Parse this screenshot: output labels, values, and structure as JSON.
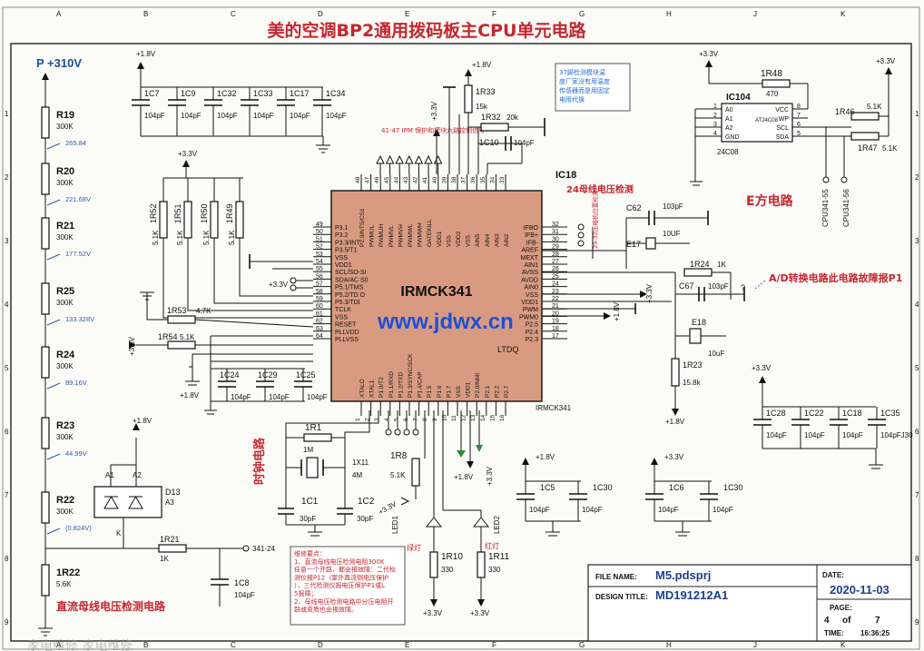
{
  "title": "美的空调BP2通用拨码板主CPU单元电路",
  "grid": {
    "cols": [
      "A",
      "B",
      "C",
      "D",
      "E",
      "F",
      "G",
      "H",
      "J",
      "K"
    ],
    "rows": [
      "1",
      "2",
      "3",
      "4",
      "5",
      "6",
      "7",
      "8",
      "9"
    ]
  },
  "hv_rail": {
    "label": "P +310V",
    "resistors": [
      {
        "ref": "R19",
        "val": "300K",
        "node": "265.84"
      },
      {
        "ref": "R20",
        "val": "300K",
        "node": "221.68V"
      },
      {
        "ref": "R21",
        "val": "300K",
        "node": "177.52V"
      },
      {
        "ref": "R25",
        "val": "300K",
        "node": "133.328V"
      },
      {
        "ref": "R24",
        "val": "300K",
        "node": "89.16V"
      },
      {
        "ref": "R23",
        "val": "300K",
        "node": "44.99V"
      },
      {
        "ref": "R22",
        "val": "300K",
        "node": "(0.824V)"
      },
      {
        "ref": "1R22",
        "val": "5.6K",
        "node": ""
      }
    ],
    "section_label": "直流母线电压检测电路"
  },
  "d13": {
    "ref": "D13",
    "val": "A3",
    "pins": [
      "A1",
      "A2",
      "K"
    ]
  },
  "r1r21": {
    "ref": "1R21",
    "val": "1K",
    "net": "341-24"
  },
  "c1c8": {
    "ref": "1C8",
    "val": "104pF"
  },
  "decoupling_top": {
    "rail": "+1.8V",
    "caps": [
      {
        "ref": "1C7",
        "val": "104pF"
      },
      {
        "ref": "1C9",
        "val": "104pF"
      },
      {
        "ref": "1C32",
        "val": "104pF"
      },
      {
        "ref": "1C33",
        "val": "104pF"
      },
      {
        "ref": "1C17",
        "val": "104pF"
      },
      {
        "ref": "1C34",
        "val": "104pF"
      }
    ]
  },
  "pullups": {
    "rail": "+3.3V",
    "res": [
      {
        "ref": "1R52",
        "val": "5.1K"
      },
      {
        "ref": "1R51",
        "val": "5.1K"
      },
      {
        "ref": "1R50",
        "val": "5.1K"
      },
      {
        "ref": "1R49",
        "val": "5.1K"
      }
    ]
  },
  "r53": {
    "ref": "1R53",
    "val": "4.7K"
  },
  "r54": {
    "ref": "1R54",
    "val": "5.1K"
  },
  "rail_33": "+3.3V",
  "rail_18": "+1.8V",
  "cpu_caps": [
    {
      "ref": "1C24",
      "val": "104pF"
    },
    {
      "ref": "1C29",
      "val": "104pF"
    },
    {
      "ref": "1C25",
      "val": "104pF"
    }
  ],
  "mcu": {
    "ref": "IRMCK341",
    "ic": "IC18",
    "part": "IRMCK341",
    "sub": "LTDQ",
    "left_pins": [
      {
        "n": "49",
        "name": "P3.1"
      },
      {
        "n": "50",
        "name": "P3.2"
      },
      {
        "n": "51",
        "name": "P3.3/INT"
      },
      {
        "n": "52",
        "name": "P3.5/T1"
      },
      {
        "n": "53",
        "name": "VSS"
      },
      {
        "n": "54",
        "name": "VDD1"
      },
      {
        "n": "55",
        "name": "SCL/SO-SI"
      },
      {
        "n": "56",
        "name": "SDA/AC S0"
      },
      {
        "n": "57",
        "name": "P5.1/TMS"
      },
      {
        "n": "58",
        "name": "P5.2/TD O"
      },
      {
        "n": "59",
        "name": "P5.3/TDI"
      },
      {
        "n": "60",
        "name": "TCLK"
      },
      {
        "n": "61",
        "name": "VSS"
      },
      {
        "n": "62",
        "name": "RESET"
      },
      {
        "n": "63",
        "name": "PLLVDD"
      },
      {
        "n": "64",
        "name": "PLLVSS"
      }
    ],
    "right_pins": [
      {
        "n": "32",
        "name": "IFBO"
      },
      {
        "n": "31",
        "name": "IFB+"
      },
      {
        "n": "30",
        "name": "IFB-"
      },
      {
        "n": "29",
        "name": "AREF"
      },
      {
        "n": "28",
        "name": "MEXT"
      },
      {
        "n": "27",
        "name": "AIN1"
      },
      {
        "n": "26",
        "name": "AVSS"
      },
      {
        "n": "25",
        "name": "AVDD"
      },
      {
        "n": "24",
        "name": "AIN0"
      },
      {
        "n": "23",
        "name": "VSS"
      },
      {
        "n": "22",
        "name": "VDD1"
      },
      {
        "n": "21",
        "name": "PWM"
      },
      {
        "n": "20",
        "name": "PWM0"
      },
      {
        "n": "19",
        "name": "P2.5"
      },
      {
        "n": "18",
        "name": "P2.4"
      },
      {
        "n": "17",
        "name": "P2.3"
      }
    ],
    "top_pins": [
      {
        "n": "48",
        "name": "P2.0/NTS/CS1"
      },
      {
        "n": "47",
        "name": "PWMUL"
      },
      {
        "n": "46",
        "name": "PWMUH"
      },
      {
        "n": "45",
        "name": "PWMVL"
      },
      {
        "n": "44",
        "name": "PWMVH"
      },
      {
        "n": "43",
        "name": "PWMWL"
      },
      {
        "n": "42",
        "name": "PWMWH"
      },
      {
        "n": "41",
        "name": "GATEKILL"
      },
      {
        "n": "40",
        "name": "VDD1"
      },
      {
        "n": "39",
        "name": "VSS"
      },
      {
        "n": "38",
        "name": "VDD2"
      },
      {
        "n": "37",
        "name": "VSS"
      },
      {
        "n": "36",
        "name": "AIN5"
      },
      {
        "n": "35",
        "name": "AIN4"
      },
      {
        "n": "34",
        "name": "AIN3"
      },
      {
        "n": "33",
        "name": "AIN2"
      }
    ],
    "bottom_pins": [
      {
        "n": "1",
        "name": "XTALO"
      },
      {
        "n": "2",
        "name": "XTAL1"
      },
      {
        "n": "3",
        "name": "P1.0/T2"
      },
      {
        "n": "4",
        "name": "P1.1/RXD"
      },
      {
        "n": "5",
        "name": "P1.2/TXD"
      },
      {
        "n": "6",
        "name": "P1.3/SYNC/SCK"
      },
      {
        "n": "7",
        "name": "P1.4/CAP"
      },
      {
        "n": "8",
        "name": "P1.5"
      },
      {
        "n": "9",
        "name": "P1.6"
      },
      {
        "n": "10",
        "name": "P1.7"
      },
      {
        "n": "11",
        "name": "VSS"
      },
      {
        "n": "12",
        "name": "VDD1"
      },
      {
        "n": "13",
        "name": "P2.0/NMI"
      },
      {
        "n": "14",
        "name": "P2.1"
      },
      {
        "n": "15",
        "name": "P2.2"
      },
      {
        "n": "16",
        "name": "P2.7"
      }
    ]
  },
  "ipm_note": "41-47 IPM 保护和模块六路控制信号",
  "temp_note": "37脚检测模块温度厂家没有用温度传感器而是用固定电阻代换",
  "r33": {
    "ref": "1R33",
    "val": "15k"
  },
  "r32": {
    "ref": "1R32",
    "val": "20k"
  },
  "c10": {
    "ref": "1C10",
    "val": "104pF"
  },
  "bus24_label": "24母线电压检测",
  "c62": {
    "ref": "C62",
    "val": "103pF"
  },
  "e17": {
    "ref": "E17",
    "val": "10UF"
  },
  "pin29_note": "29-32压缩机位置检测",
  "r24": {
    "ref": "1R24",
    "val": "1K"
  },
  "c67": {
    "ref": "C67",
    "val": "103pF"
  },
  "e18": {
    "ref": "E18",
    "val": "10uF"
  },
  "r23": {
    "ref": "1R23",
    "val": "15.8k"
  },
  "ad_label": "A/D转换电路此电路故障报P1",
  "q_mark": "?",
  "eeprom": {
    "ref": "IC104",
    "part": "AT24C08",
    "sub": "24C08",
    "left": [
      {
        "n": "1",
        "name": "A0"
      },
      {
        "n": "2",
        "name": "A1"
      },
      {
        "n": "3",
        "name": "A2"
      },
      {
        "n": "4",
        "name": "GND"
      }
    ],
    "right": [
      {
        "n": "8",
        "name": "VCC"
      },
      {
        "n": "7",
        "name": "WP"
      },
      {
        "n": "6",
        "name": "SCL"
      },
      {
        "n": "5",
        "name": "SDA"
      }
    ],
    "r48": {
      "ref": "1R48",
      "val": "470"
    },
    "r46": {
      "ref": "1R46",
      "val": "5.1K"
    },
    "r47": {
      "ref": "1R47",
      "val": "5.1K"
    },
    "nets": [
      "CPU341-55",
      "CPU341-56"
    ],
    "label": "E方电路"
  },
  "clock": {
    "r1": {
      "ref": "1R1",
      "val": "1M"
    },
    "x": {
      "ref": "1X11",
      "val": "4M"
    },
    "c1": {
      "ref": "1C1",
      "val": "30pF"
    },
    "c2": {
      "ref": "1C2",
      "val": "30pF"
    },
    "label": "时钟电路"
  },
  "r8": {
    "ref": "1R8",
    "val": "5.1K"
  },
  "leds": [
    {
      "ref": "LED1",
      "color": "绿灯",
      "r": "1R10",
      "rv": "330"
    },
    {
      "ref": "LED2",
      "color": "红灯",
      "r": "1R11",
      "rv": "330"
    }
  ],
  "bank_right": {
    "rail": "+3.3V",
    "caps": [
      {
        "ref": "1C28",
        "val": "104pF"
      },
      {
        "ref": "1C22",
        "val": "104pF"
      },
      {
        "ref": "1C18",
        "val": "104pF"
      },
      {
        "ref": "1C35",
        "val": "104pFJ30"
      }
    ]
  },
  "bank_c5": {
    "rail": "+1.8V",
    "caps": [
      {
        "ref": "1C5",
        "val": "104pF"
      },
      {
        "ref": "1C30",
        "val": "104pF"
      }
    ]
  },
  "bank_c6": {
    "rail": "+3.3V",
    "caps": [
      {
        "ref": "1C6",
        "val": "104pF"
      },
      {
        "ref": "1C30",
        "val": "104pF"
      }
    ]
  },
  "repair_notes": "维修要点：\n1、直流母线电压检测电阻300K任意一个开路，都会报故障：二代检测仪报P12（室外直流侧电压保护），三代检测仪报电压保护P1或L5报障；\n2、母线电压检测电路中分压电阻开路或变质也会报故障。",
  "watermark": "www.jdwx.cn",
  "titleblock": {
    "file_name_label": "FILE NAME:",
    "file_name": "M5.pdsprj",
    "design_title_label": "DESIGN TITLE:",
    "design_title": "MD191212A1",
    "date_label": "DATE:",
    "date": "2020-11-03",
    "page_label": "PAGE:",
    "page": "4",
    "of": "of",
    "total": "7",
    "time_label": "TIME:",
    "time": "16:36:25"
  },
  "footer_text": "家电维修  家电维修"
}
